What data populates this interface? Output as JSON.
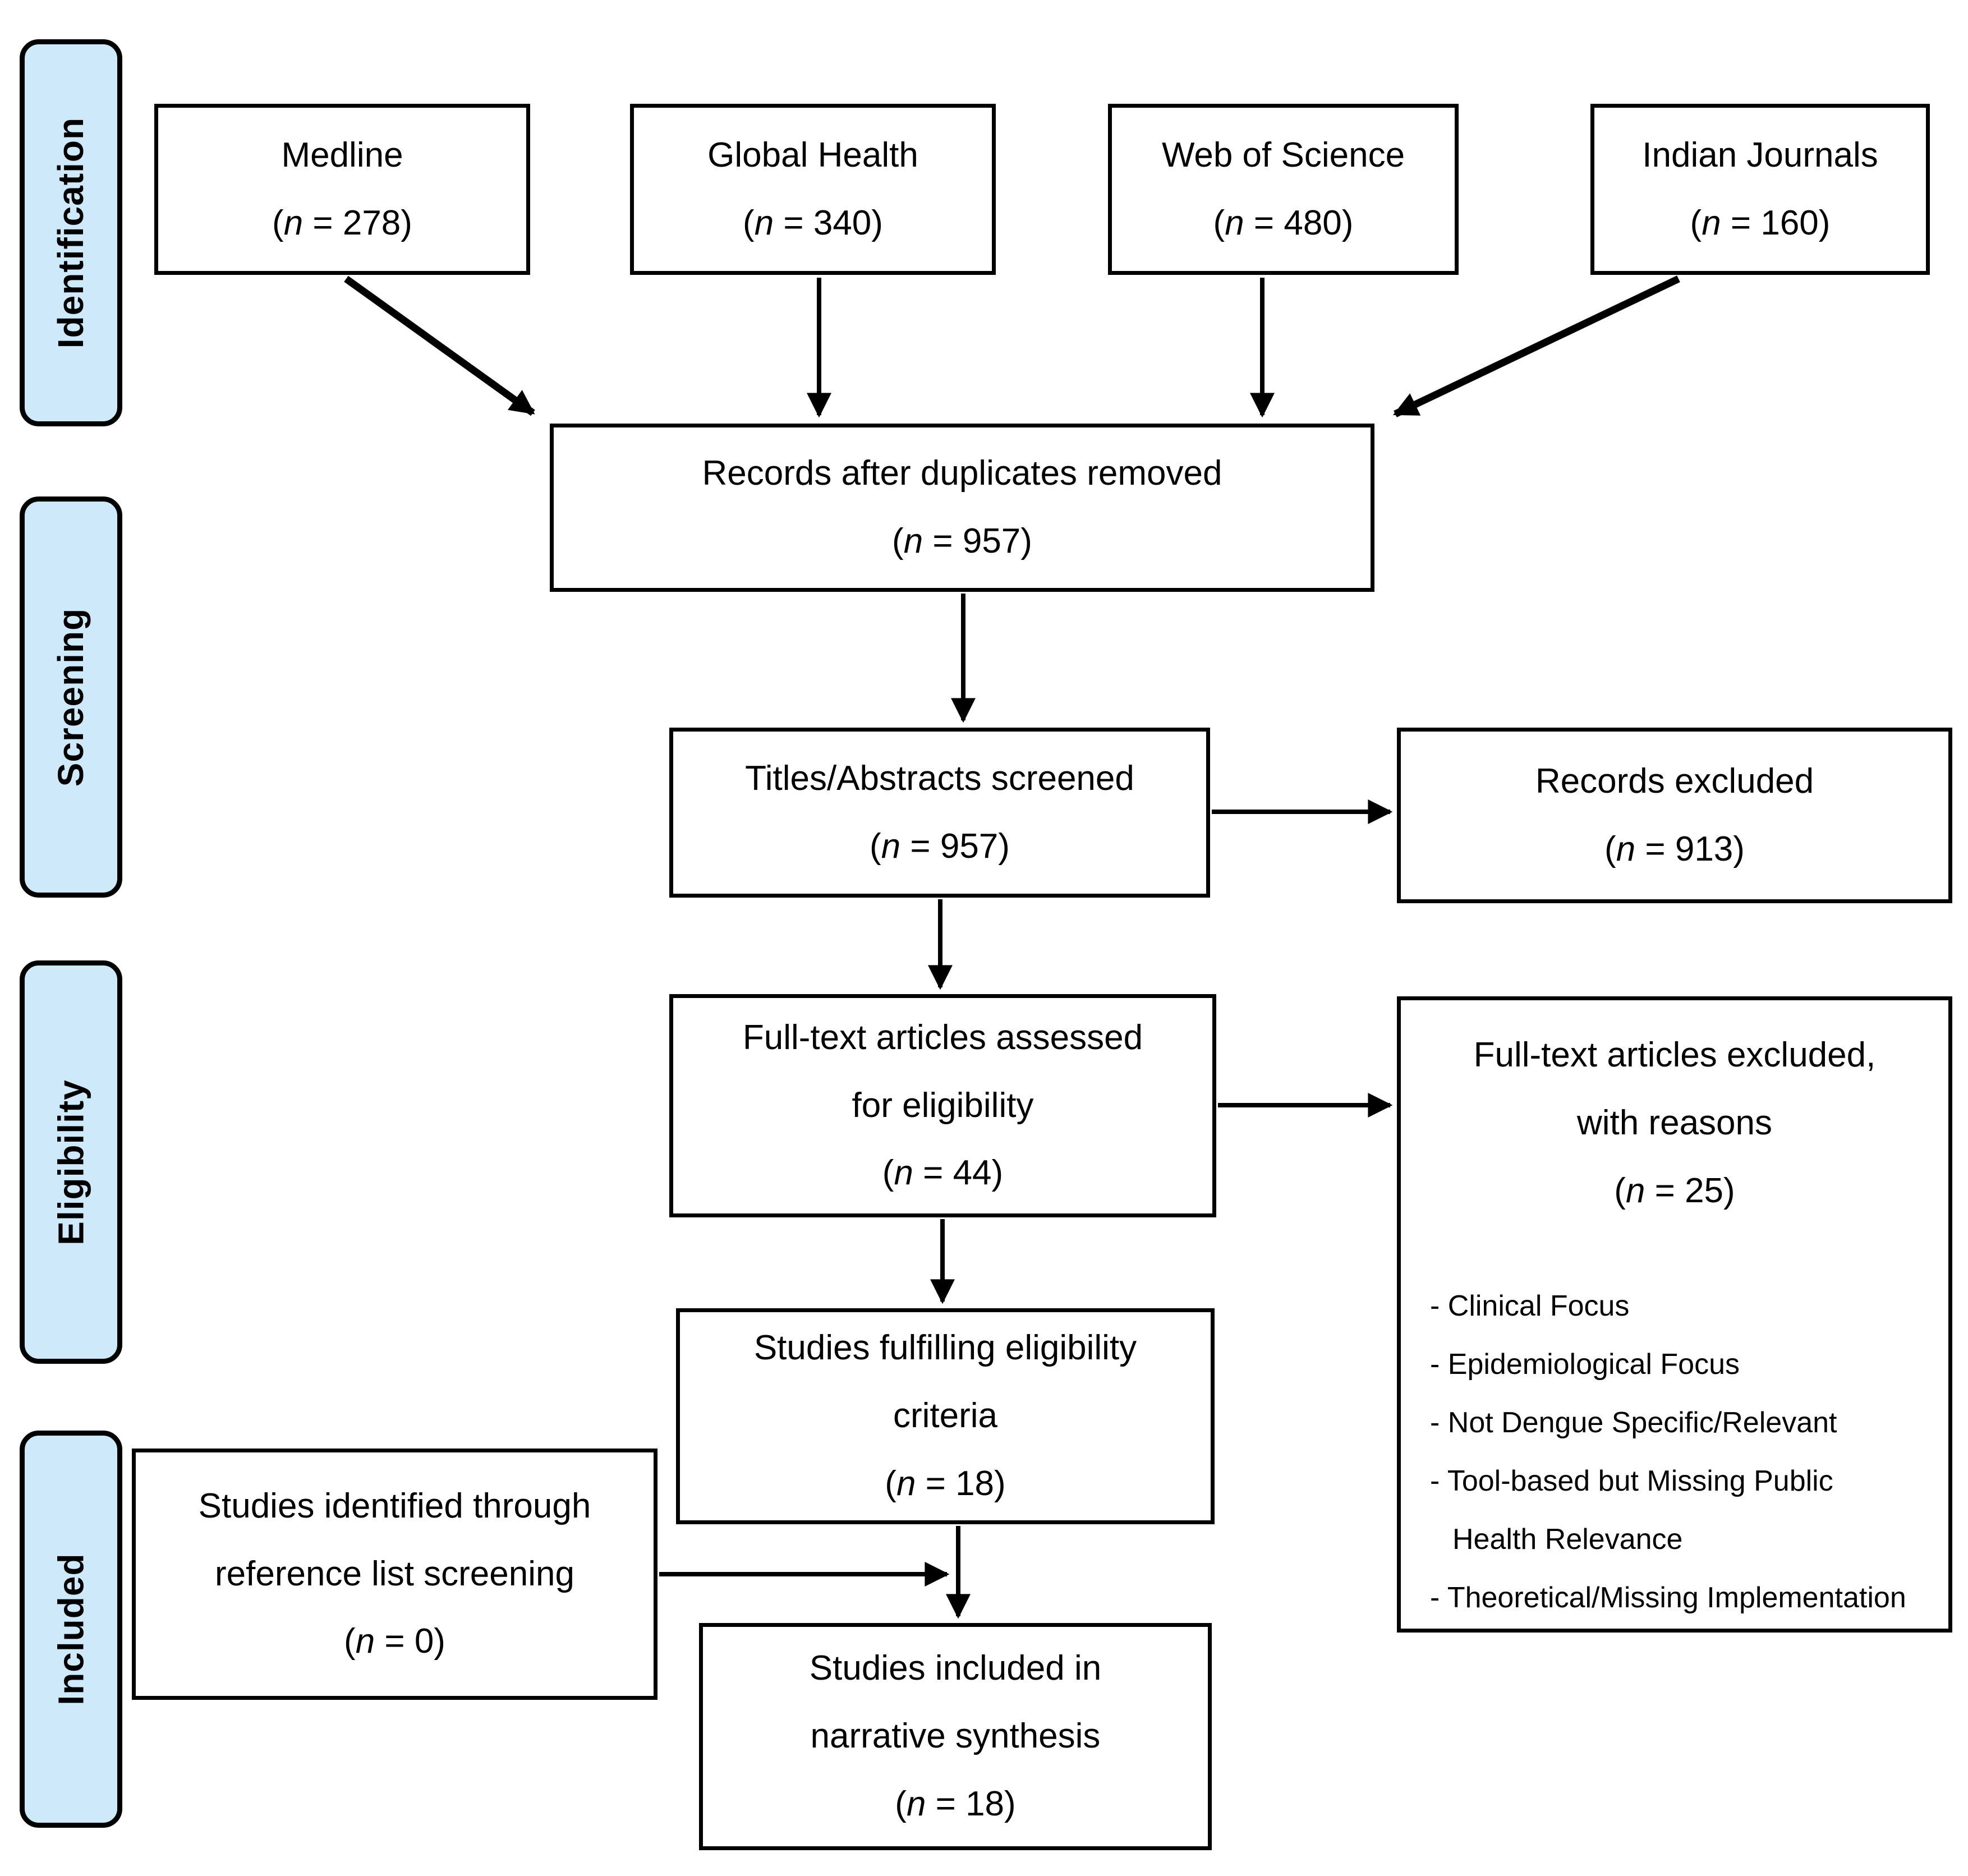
{
  "colors": {
    "stage_fill": "#cde9fa",
    "stage_border": "#000000",
    "box_border": "#000000",
    "arrow": "#000000",
    "background": "#ffffff",
    "text": "#000000"
  },
  "stages": [
    {
      "label": "Identification"
    },
    {
      "label": "Screening"
    },
    {
      "label": "Eligibility"
    },
    {
      "label": "Included"
    }
  ],
  "boxes": {
    "medline": {
      "title": "Medline",
      "count": "(n = 278)"
    },
    "global_health": {
      "title": "Global Health",
      "count": "(n = 340)"
    },
    "web_of_science": {
      "title": "Web of Science",
      "count": "(n = 480)"
    },
    "indian_journals": {
      "title": "Indian Journals",
      "count": "(n = 160)"
    },
    "records_deduplicated": {
      "title": "Records after duplicates removed",
      "count": "(n = 957)"
    },
    "titles_abstracts_screened": {
      "title": "Titles/Abstracts screened",
      "count": "(n = 957)"
    },
    "records_excluded": {
      "title": "Records excluded",
      "count": "(n = 913)"
    },
    "fulltext_assessed": {
      "title": "Full-text articles assessed\nfor eligibility",
      "count": "(n = 44)"
    },
    "fulltext_excluded": {
      "title": "Full-text articles excluded,\nwith reasons",
      "count": "(n = 25)",
      "reasons": [
        "- Clinical Focus",
        "- Epidemiological Focus",
        "- Not Dengue Specific/Relevant",
        "- Tool-based but Missing Public\nHealth Relevance",
        "- Theoretical/Missing Implementation"
      ]
    },
    "studies_fulfilling": {
      "title": "Studies fulfilling eligibility\ncriteria",
      "count": "(n = 18)"
    },
    "reference_list_screening": {
      "title": "Studies identified through\nreference list screening",
      "count": "(n = 0)"
    },
    "narrative_synthesis": {
      "title": "Studies included in\nnarrative synthesis",
      "count": "(n = 18)"
    }
  }
}
